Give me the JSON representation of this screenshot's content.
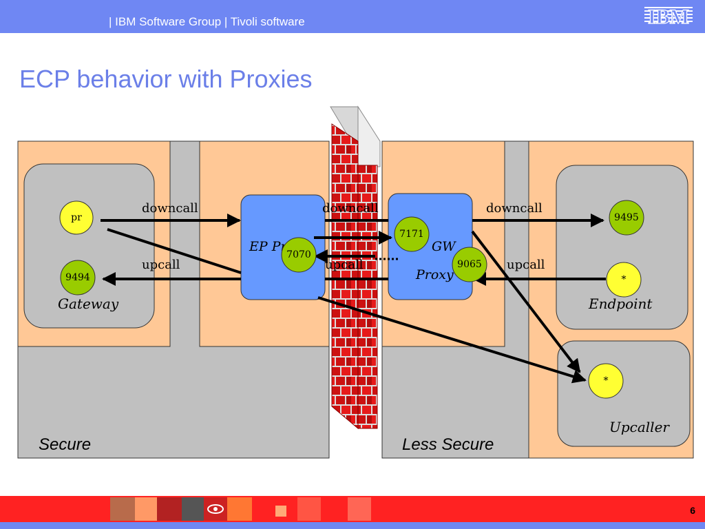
{
  "header": {
    "text": "| IBM Software Group | Tivoli software",
    "logo": "IBM"
  },
  "slide": {
    "title": "ECP behavior with Proxies",
    "page_number": "6"
  },
  "zones": {
    "secure": "Secure",
    "less_secure": "Less Secure"
  },
  "components": {
    "gateway": "Gateway",
    "ep_proxy": "EP  Proxy",
    "gw_proxy_line1": "GW",
    "gw_proxy_line2": "Proxy",
    "endpoint": "Endpoint",
    "upcaller": "Upcaller"
  },
  "ports": {
    "pr": "pr",
    "p9494": "9494",
    "p7070": "7070",
    "p7171": "7171",
    "p9065": "9065",
    "p9495": "9495",
    "star_endpoint": "*",
    "star_upcaller": "*"
  },
  "labels": {
    "downcall_1": "downcall",
    "downcall_2": "downcall",
    "downcall_3": "downcall",
    "upcall_1": "upcall",
    "upcall_2": "upcall",
    "upcall_3": "upcall"
  },
  "colors": {
    "header": "#6f87f3",
    "title": "#6b7fe8",
    "zone_gray": "#c0c0c0",
    "zone_peach": "#ffc896",
    "proxy_blue": "#6699ff",
    "port_green": "#99cc00",
    "port_yellow": "#ffff33",
    "brick": "#cc1111",
    "footer_red": "#ff2222"
  }
}
